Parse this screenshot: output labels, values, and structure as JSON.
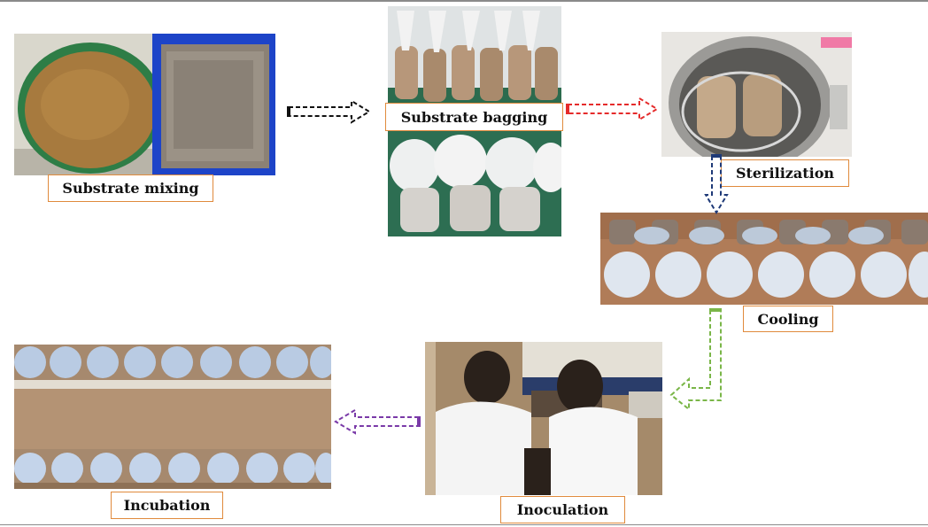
{
  "steps": {
    "mixing": "Substrate mixing",
    "bagging": "Substrate bagging",
    "sterilization": "Sterilization",
    "cooling": "Cooling",
    "inoculation": "Inoculation",
    "incubation": "Incubation"
  },
  "arrow_colors": {
    "mixing_to_bagging": "#111111",
    "bagging_to_sterilization": "#e52b2b",
    "sterilization_to_cooling": "#1f3a78",
    "cooling_to_inoculation": "#7ab648",
    "inoculation_to_incubation": "#7a3aa8"
  }
}
